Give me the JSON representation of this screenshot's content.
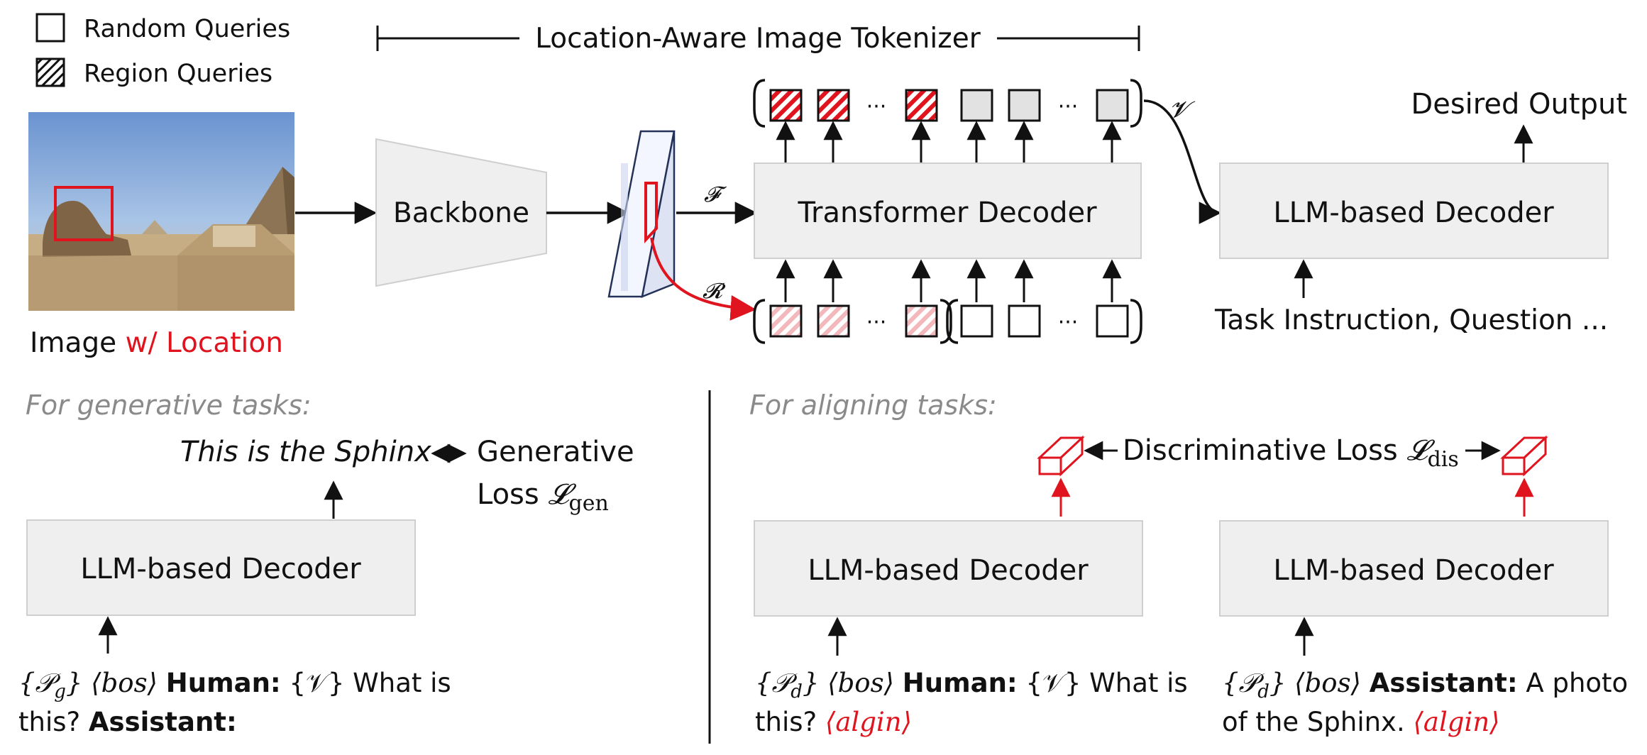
{
  "legend": {
    "random_queries": "Random Queries",
    "region_queries": "Region Queries"
  },
  "tokenizer_label": "Location-Aware Image Tokenizer",
  "image_caption": {
    "text": "Image",
    "highlight": "w/ Location"
  },
  "blocks": {
    "backbone": "Backbone",
    "transformer_decoder": "Transformer Decoder",
    "llm_decoder_top": "LLM-based Decoder",
    "llm_decoder_gen": "LLM-based Decoder",
    "llm_decoder_align_left": "LLM-based Decoder",
    "llm_decoder_align_right": "LLM-based Decoder"
  },
  "symbols": {
    "feature": "𝓕",
    "region": "𝓡",
    "visual": "𝓥",
    "ellipsis": "···"
  },
  "top_right": {
    "desired_output": "Desired Output",
    "task_instruction": "Task Instruction, Question ..."
  },
  "generative": {
    "heading": "For generative tasks:",
    "output": "This is the Sphinx",
    "loss_line1": "Generative",
    "loss_line2_prefix": "Loss ",
    "loss_symbol": "𝓛",
    "loss_subscript": "gen",
    "prompt_line1_prefix": "{𝒫",
    "prompt_line1_sub": "g",
    "prompt_line1_mid": "} ⟨bos⟩ ",
    "prompt_human": "Human:",
    "prompt_line1_suffix": " {𝒱} What is",
    "prompt_line2_prefix": "this? ",
    "prompt_assistant": "Assistant:"
  },
  "aligning": {
    "heading": "For aligning tasks:",
    "loss_text": "Discriminative  Loss ",
    "loss_symbol": "𝓛",
    "loss_subscript": "dis",
    "left_prompt": {
      "line1_prefix": "{𝒫",
      "line1_sub": "d",
      "line1_mid": "} ⟨bos⟩ ",
      "bold": "Human:",
      "line1_suffix": " {𝒱} What is",
      "line2_prefix": "this? ",
      "align_token": "⟨algin⟩"
    },
    "right_prompt": {
      "line1_prefix": "{𝒫",
      "line1_sub": "d",
      "line1_mid": "} ⟨bos⟩ ",
      "bold": "Assistant:",
      "line1_suffix": " A photo",
      "line2_prefix": "of the Sphinx. ",
      "align_token": "⟨algin⟩"
    }
  },
  "colors": {
    "accent_red": "#e0141e",
    "light_red": "#f2b8bb",
    "box_fill": "#efefef",
    "query_fill": "#e2e2e2",
    "muted_text": "#8a8a8a"
  }
}
